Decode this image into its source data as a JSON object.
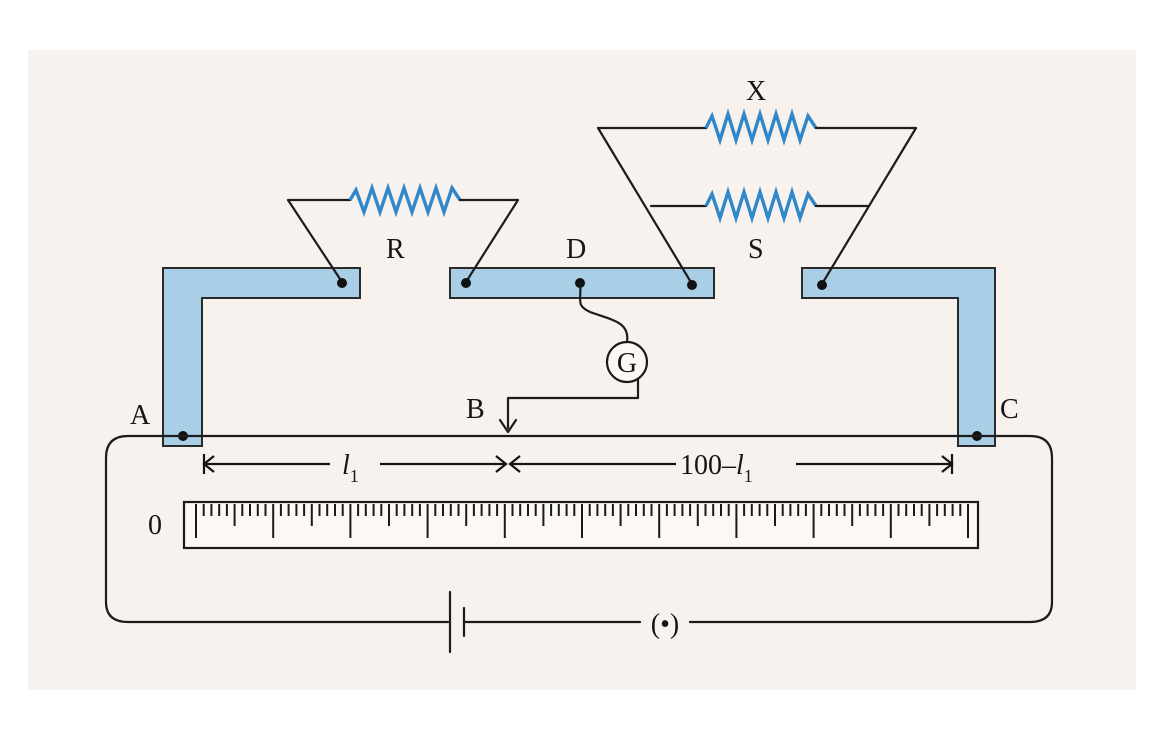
{
  "labels": {
    "A": "A",
    "B": "B",
    "C": "C",
    "D": "D",
    "R": "R",
    "S": "S",
    "X": "X",
    "G": "G",
    "zero": "0",
    "l1_var": "l",
    "l1_sub": "1",
    "right_prefix": "100–",
    "right_var": "l",
    "right_sub": "1",
    "key": "(•)"
  },
  "colors": {
    "strip": "#a9cfe6",
    "resistor": "#2f86c9",
    "wire": "#1c1c1c",
    "paper": "#f7f2ee"
  },
  "scale": {
    "major_divisions": 10,
    "minor_per_major": 10
  }
}
